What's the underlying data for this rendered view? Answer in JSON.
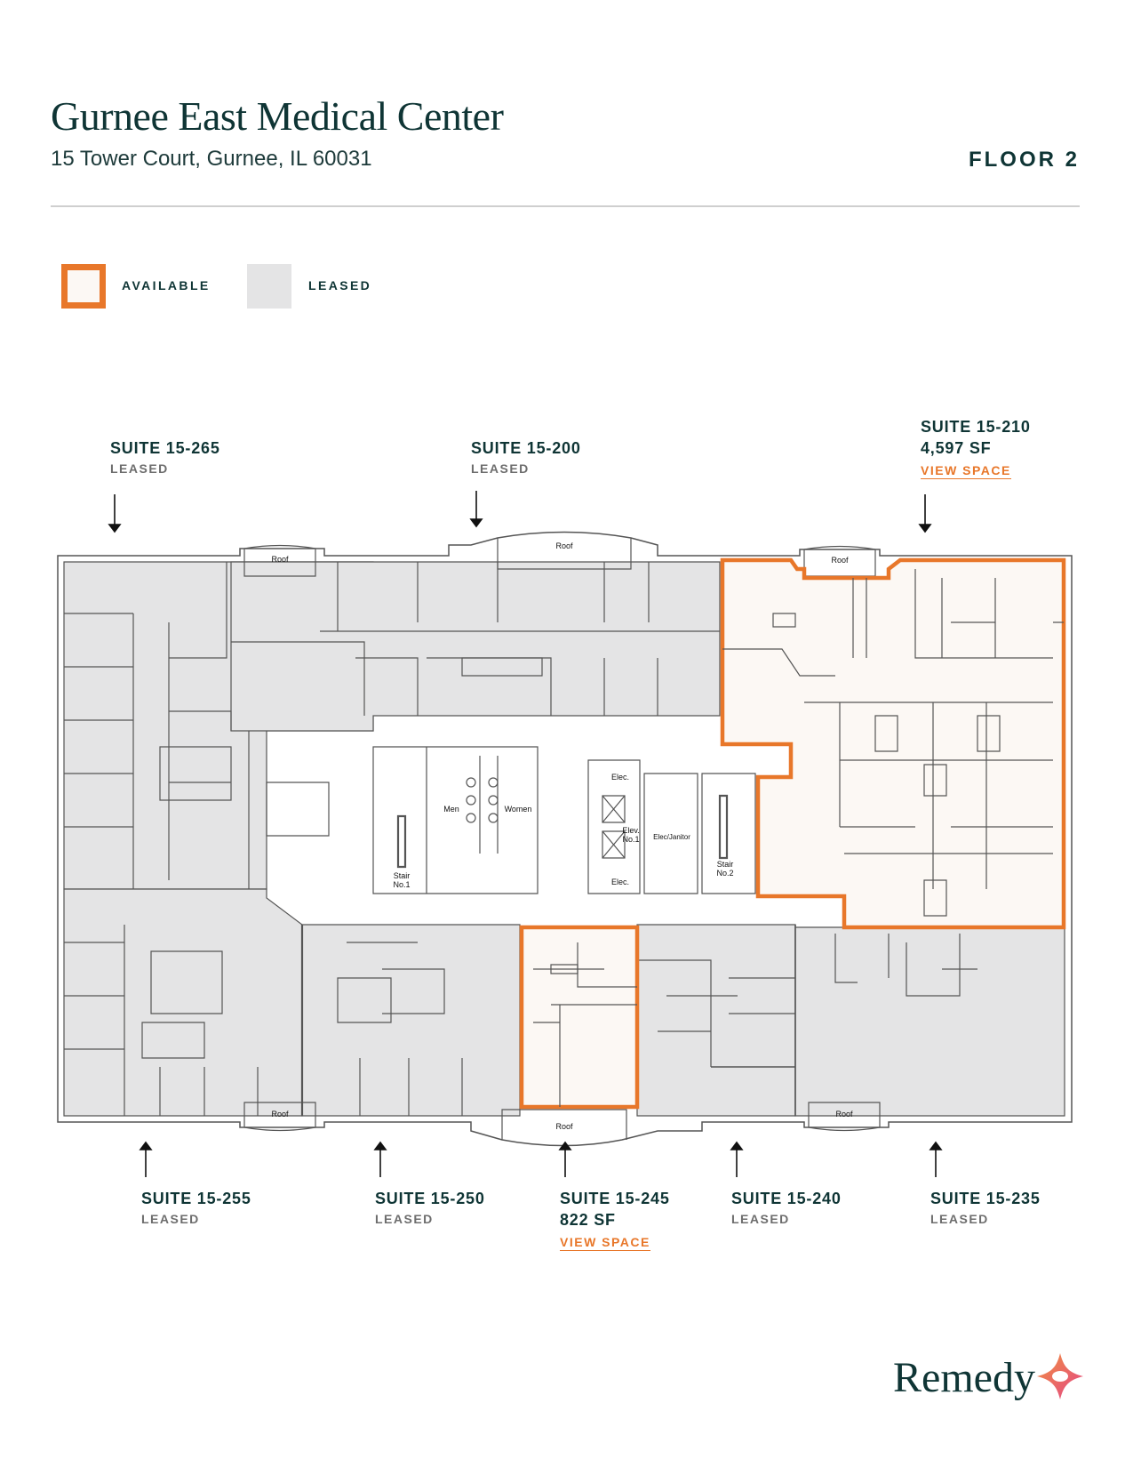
{
  "header": {
    "title": "Gurnee East Medical Center",
    "address": "15 Tower Court, Gurnee, IL 60031",
    "floor": "FLOOR 2"
  },
  "legend": {
    "available_label": "AVAILABLE",
    "leased_label": "LEASED",
    "available_color": "#e8772a",
    "available_fill": "#fcf8f4",
    "leased_fill": "#e4e4e5"
  },
  "suites": {
    "s265": {
      "name": "SUITE 15-265",
      "status": "LEASED"
    },
    "s200": {
      "name": "SUITE 15-200",
      "status": "LEASED"
    },
    "s210": {
      "name": "SUITE 15-210",
      "size": "4,597 SF",
      "link": "VIEW SPACE"
    },
    "s255": {
      "name": "SUITE 15-255",
      "status": "LEASED"
    },
    "s250": {
      "name": "SUITE 15-250",
      "status": "LEASED"
    },
    "s245": {
      "name": "SUITE 15-245",
      "size": "822 SF",
      "link": "VIEW SPACE"
    },
    "s240": {
      "name": "SUITE 15-240",
      "status": "LEASED"
    },
    "s235": {
      "name": "SUITE 15-235",
      "status": "LEASED"
    }
  },
  "plan_labels": {
    "roof": "Roof",
    "men": "Men",
    "women": "Women",
    "stair1_a": "Stair",
    "stair1_b": "No.1",
    "stair2_a": "Stair",
    "stair2_b": "No.2",
    "elec": "Elec.",
    "elev_a": "Elev.",
    "elev_b": "No.1",
    "elec_janitor": "Elec/Janitor"
  },
  "brand": {
    "logo_text": "Remedy"
  }
}
